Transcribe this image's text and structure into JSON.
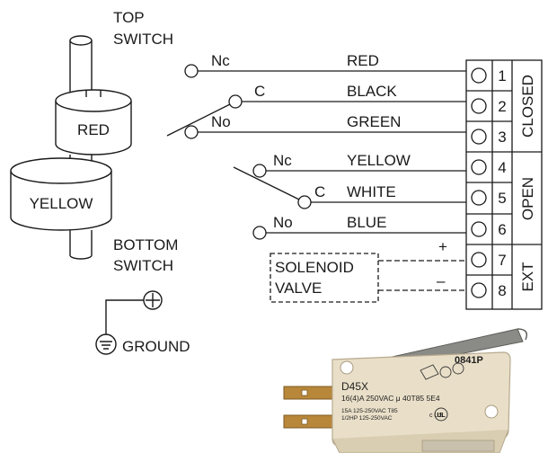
{
  "top_switch": {
    "line1": "TOP",
    "line2": "SWITCH"
  },
  "bottom_switch": {
    "line1": "BOTTOM",
    "line2": "SWITCH"
  },
  "floats": {
    "upper": "RED",
    "lower": "YELLOW"
  },
  "ground_label": "GROUND",
  "top_contacts": {
    "nc": "Nc",
    "c": "C",
    "no": "No"
  },
  "bottom_contacts": {
    "nc": "Nc",
    "c": "C",
    "no": "No"
  },
  "wires": [
    "RED",
    "BLACK",
    "GREEN",
    "YELLOW",
    "WHITE",
    "BLUE"
  ],
  "terminals": [
    "1",
    "2",
    "3",
    "4",
    "5",
    "6",
    "7",
    "8"
  ],
  "groups": {
    "closed": "CLOSED",
    "open": "OPEN",
    "ext": "EXT"
  },
  "solenoid": {
    "line1": "SOLENOID",
    "line2": "VALVE",
    "plus": "+",
    "minus": "–"
  },
  "photo": {
    "model": "D45X",
    "rating": "16(4)A 250VAC μ 40T85 5E4",
    "rating2": "15A 125-250VAC T85",
    "rating3": "1/2HP 125-250VAC",
    "code": "0841P",
    "cert": "c US",
    "cert_mark": "UL"
  },
  "colors": {
    "line": "#1a1a1a",
    "switch_body": "#e9dfc8",
    "lever": "#8a8a86",
    "terminal_metal": "#b8873a"
  }
}
